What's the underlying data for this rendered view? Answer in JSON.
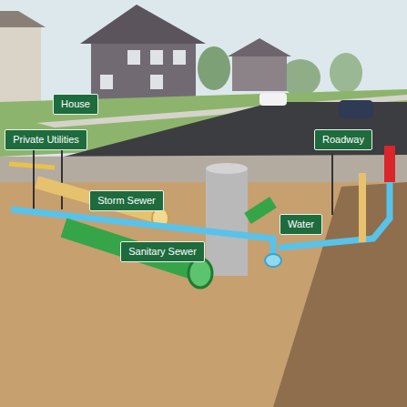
{
  "diagram": {
    "nodes": [
      {
        "text": [
          "House"
        ]
      },
      {
        "text": [
          "Private Utilities"
        ]
      },
      {
        "text": [
          "Roadway"
        ]
      },
      {
        "text": [
          "Storm Sewer"
        ]
      },
      {
        "text": [
          "Water"
        ]
      },
      {
        "text": [
          "Sanitary Sewer"
        ]
      }
    ]
  }
}
